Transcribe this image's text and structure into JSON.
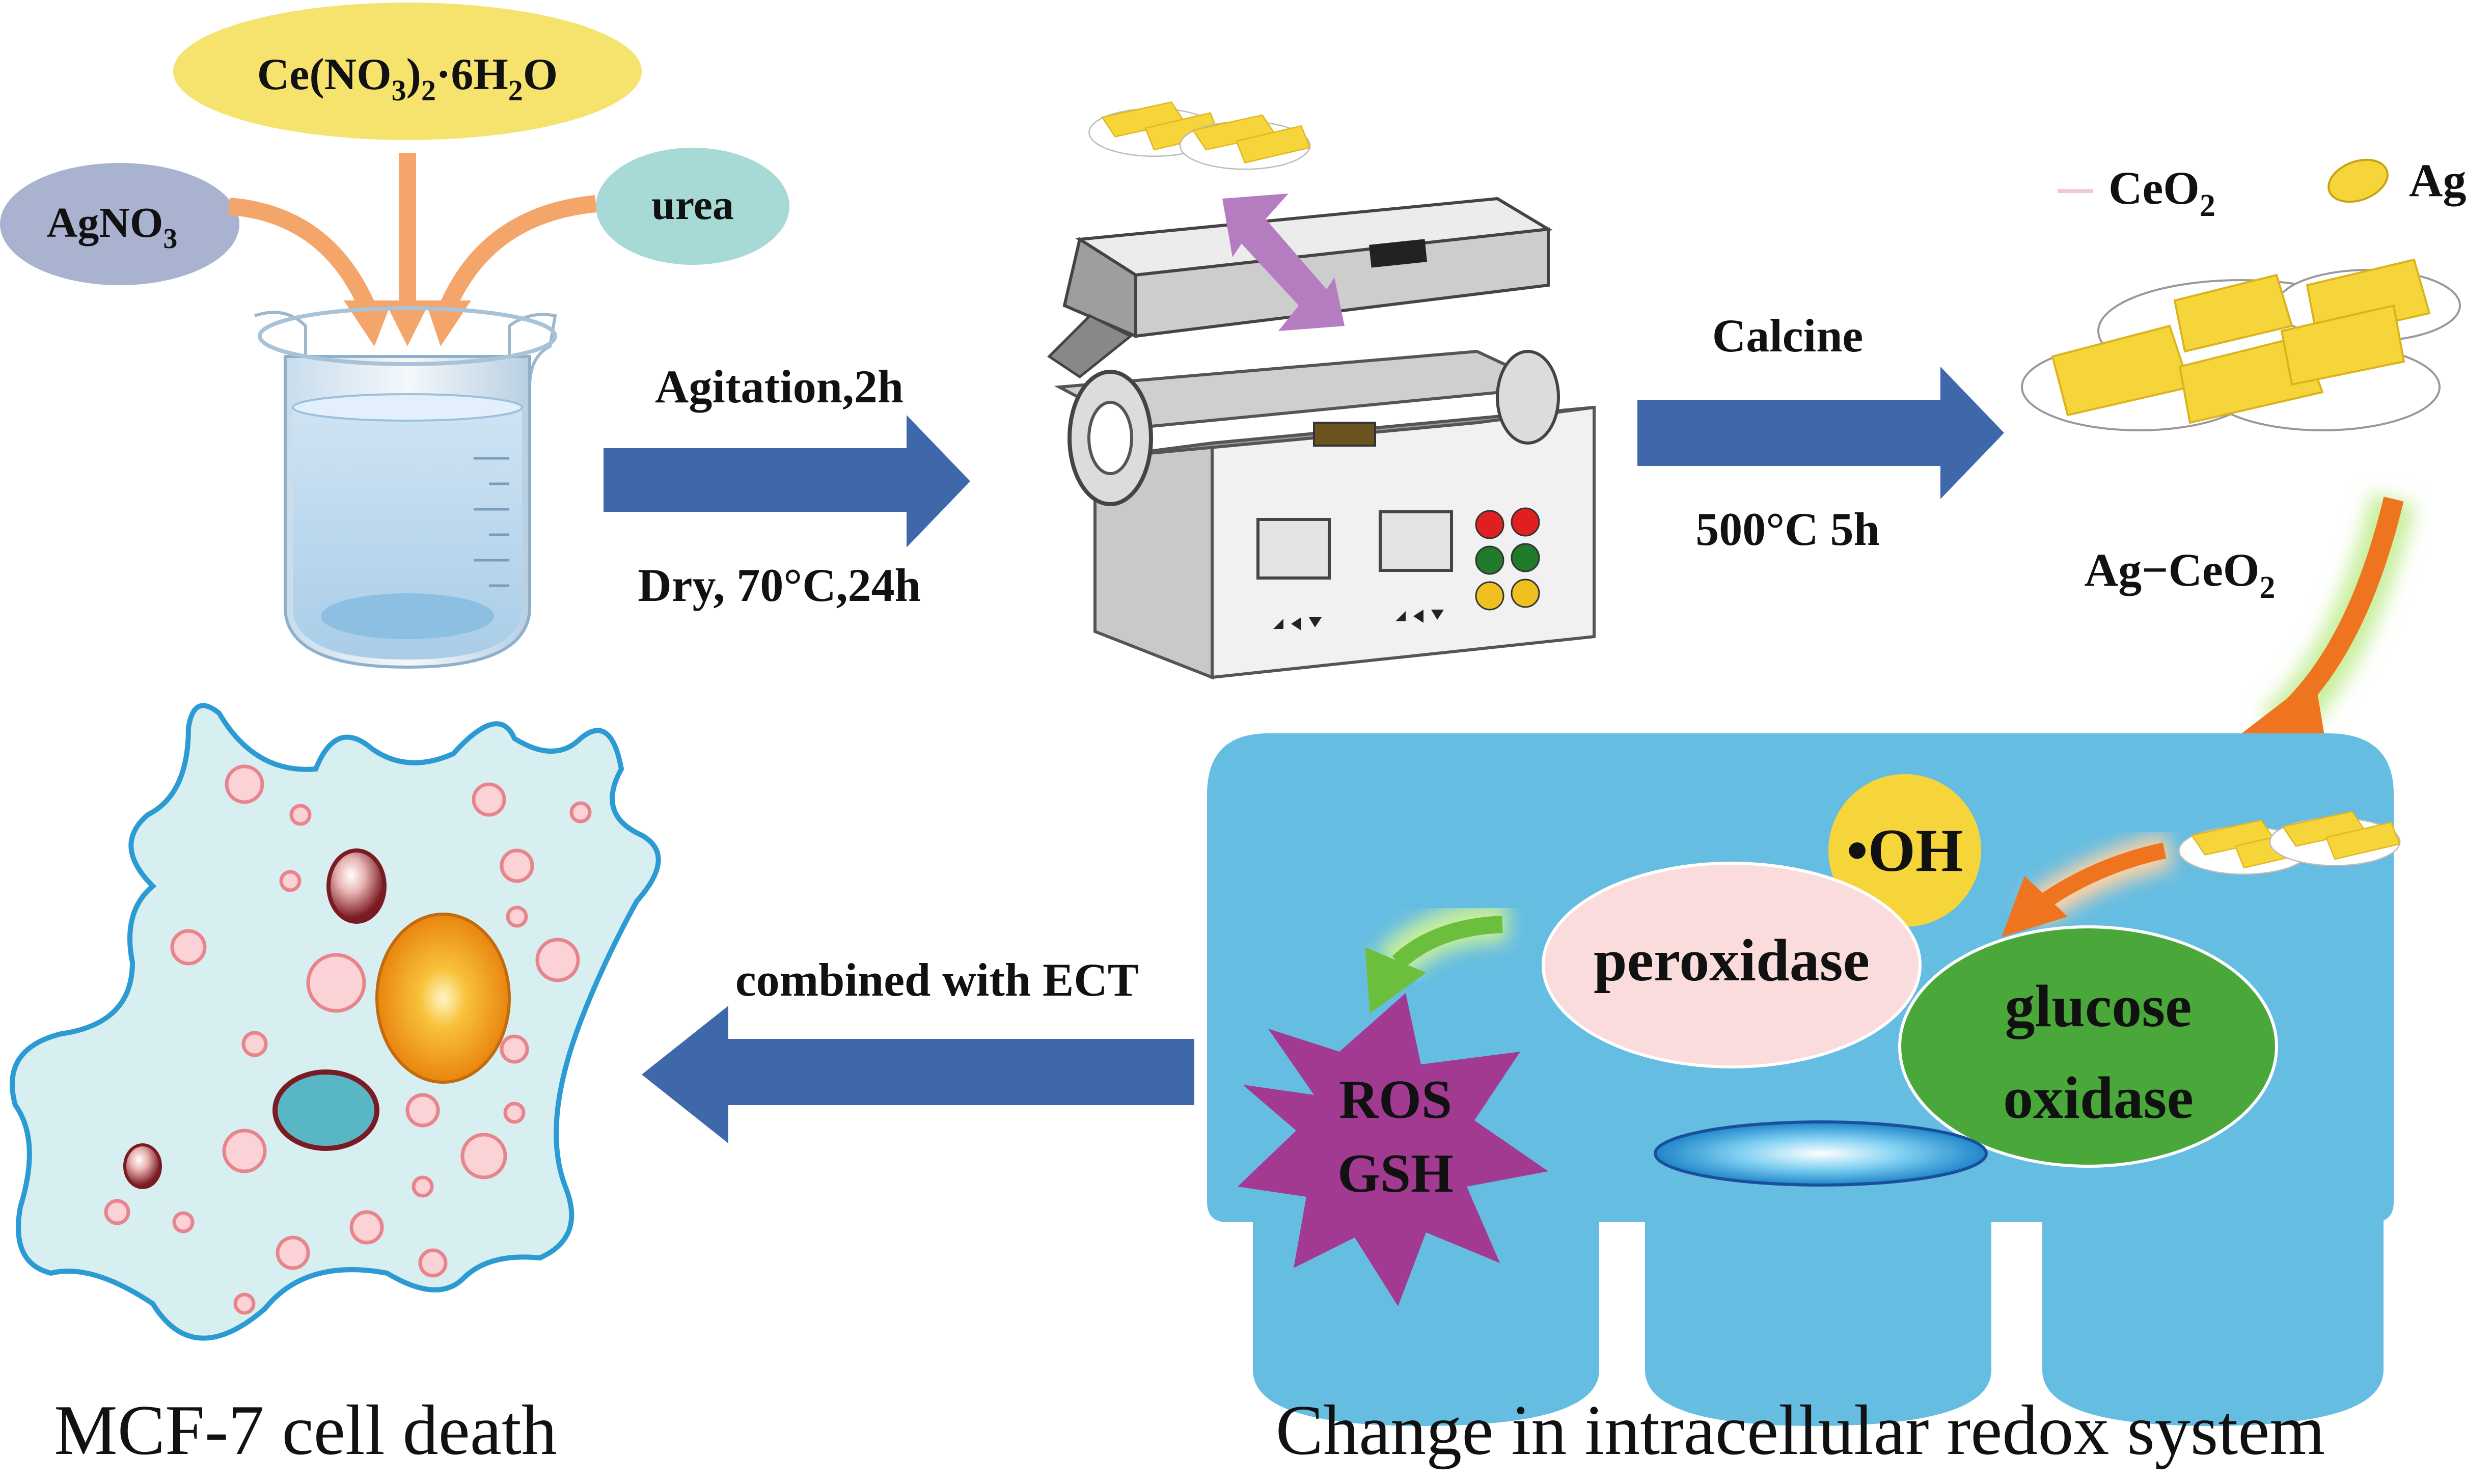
{
  "reagents": {
    "cerium_nitrate": {
      "main": "Ce(NO",
      "sub1": "3",
      "mid": ")",
      "sub2": "2",
      "dot": "·6H",
      "sub3": "2",
      "end": "O"
    },
    "silver_nitrate": {
      "main": "AgNO",
      "sub": "3"
    },
    "urea": "urea"
  },
  "step1": {
    "top": "Agitation,2h",
    "bottom": "Dry, 70°C,24h"
  },
  "step2": {
    "top": "Calcine",
    "bottom": "500°C  5h"
  },
  "legend": {
    "ceo2_main": "CeO",
    "ceo2_sub": "2",
    "ag": "Ag"
  },
  "product": {
    "main": "Ag−CeO",
    "sub": "2"
  },
  "redox": {
    "oh": "•OH",
    "peroxidase": "peroxidase",
    "glucose_line1": "glucose",
    "glucose_line2": "oxidase",
    "ros": "ROS",
    "gsh": "GSH"
  },
  "step3": "combined with ECT",
  "captions": {
    "left": "MCF-7 cell death",
    "right": "Change in intracellular redox system"
  },
  "colors": {
    "arrow_blue": "#3f68ab",
    "orange_arrow": "#ee7420",
    "green_arrow": "#6cbf3c",
    "cell_blue": "#66bde2",
    "ag_yellow": "#f6d53a",
    "ros_magenta": "#a23a92",
    "glucose_green": "#4aa83a",
    "peroxidase_pink": "#fbdcdc"
  }
}
